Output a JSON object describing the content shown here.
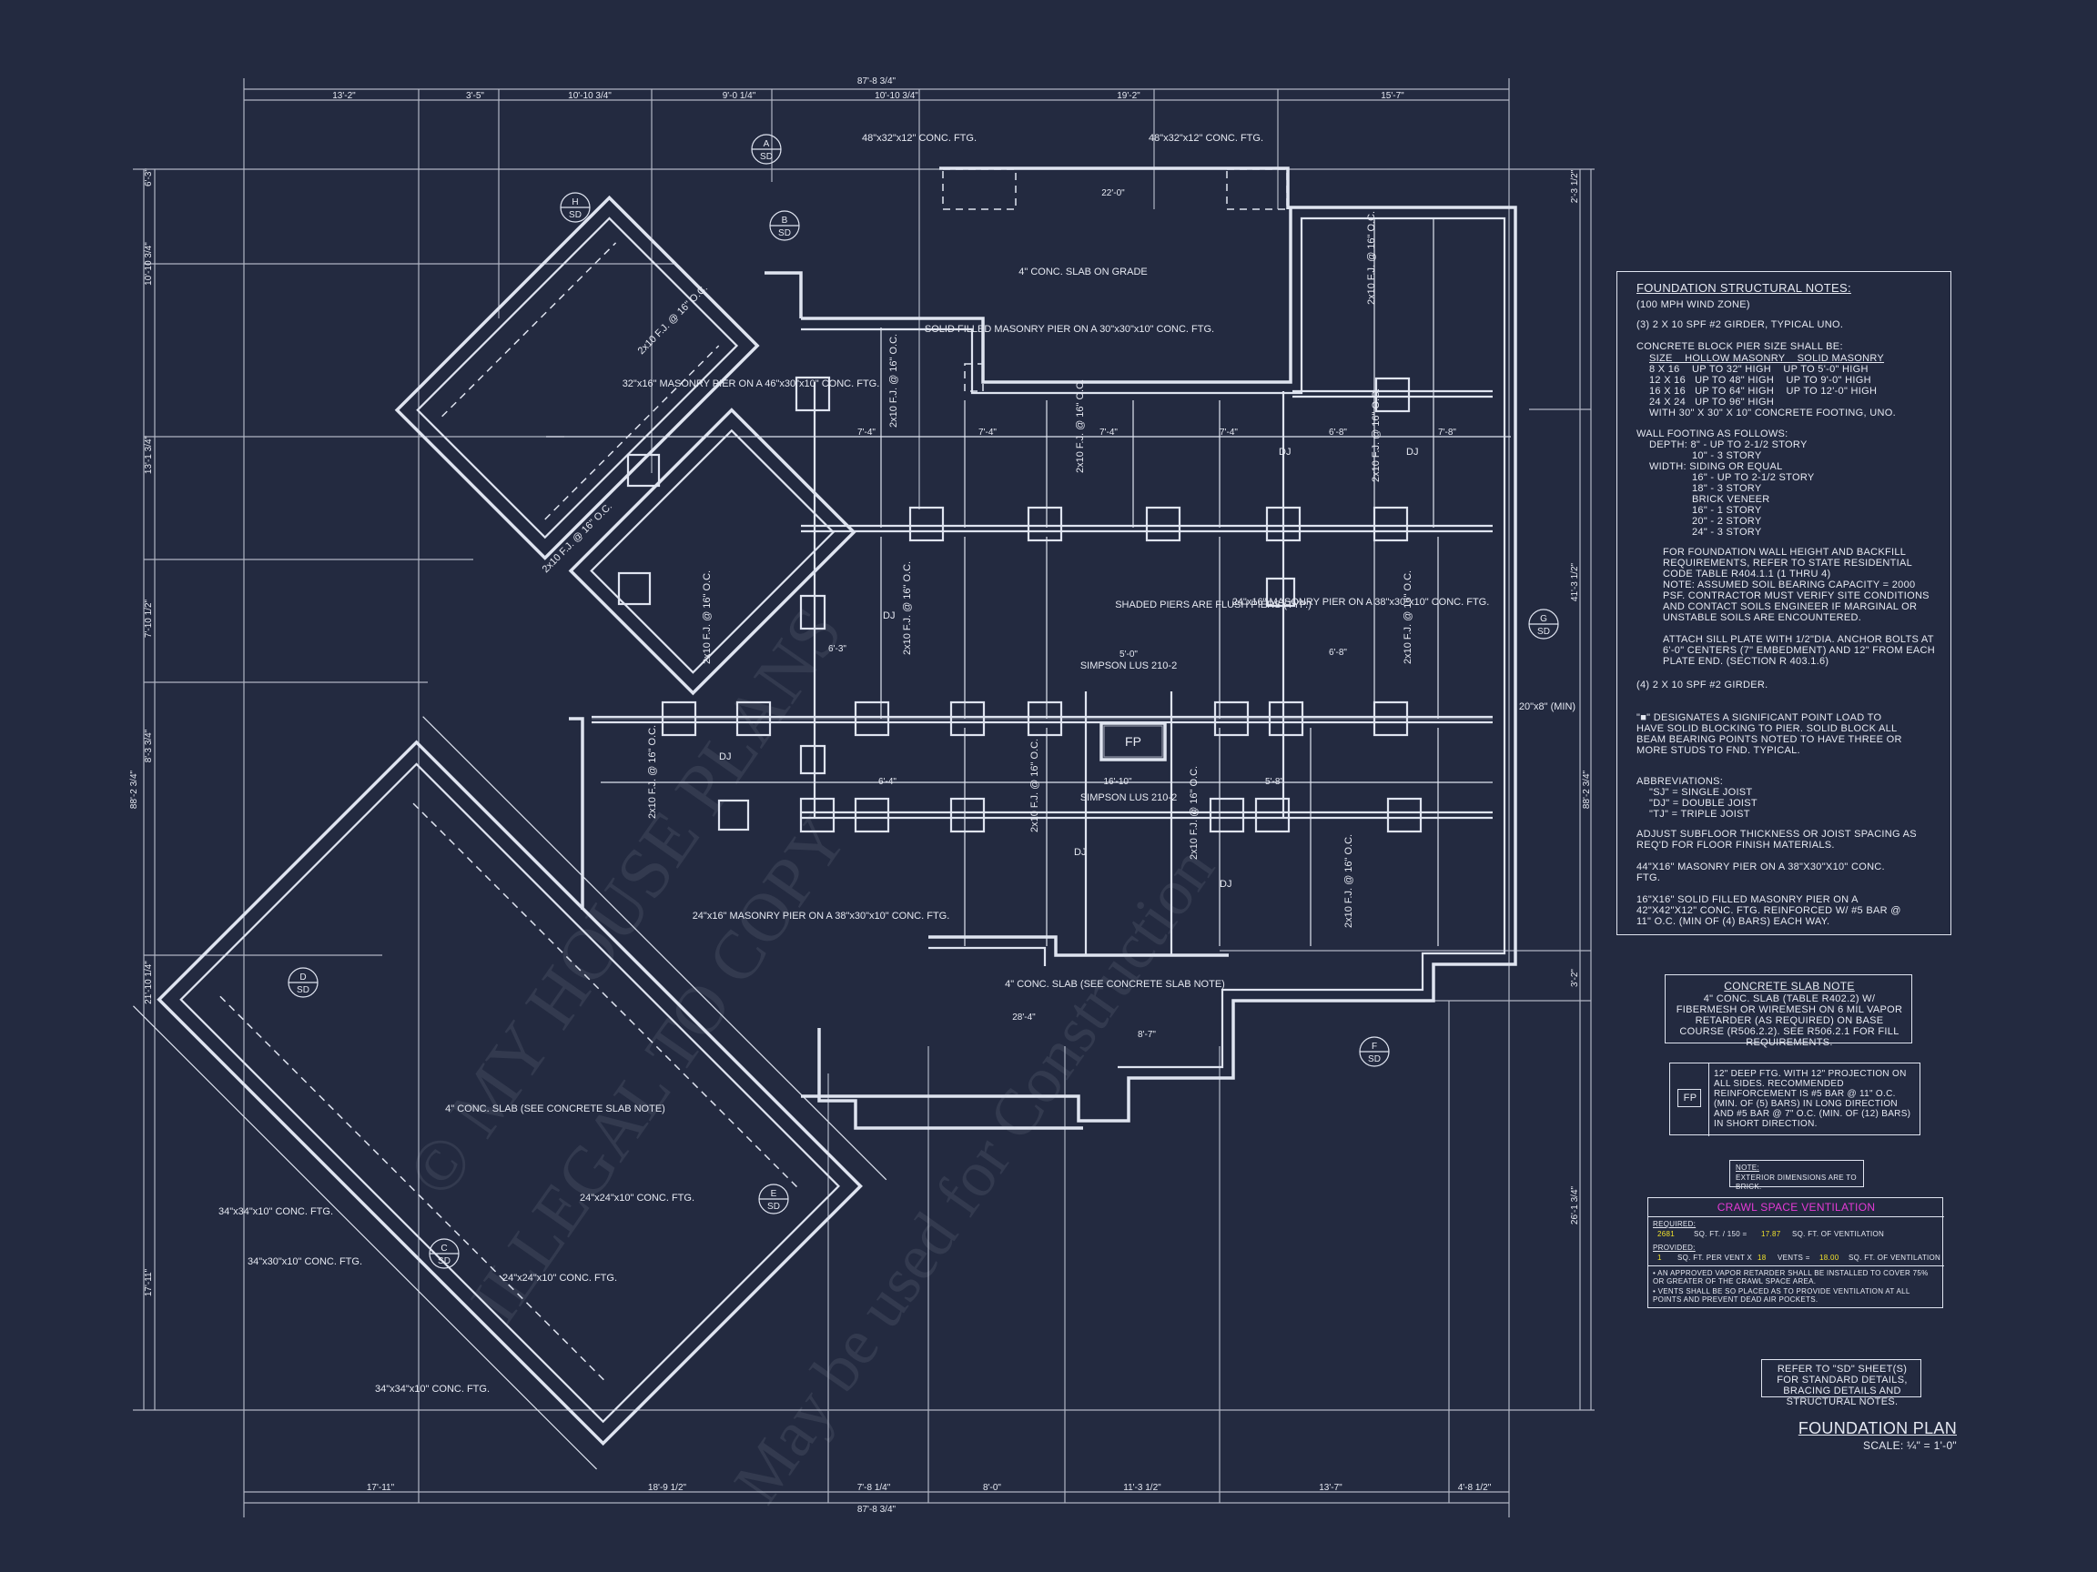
{
  "title": "FOUNDATION PLAN",
  "scale": "SCALE: ¼\" = 1'-0\"",
  "watermarks": {
    "copyright": "© MY HOUSE PLANS",
    "illegal": "ILLEGAL TO COPY",
    "maybe": "May be used for Construction"
  },
  "notes": {
    "heading": "FOUNDATION STRUCTURAL NOTES:",
    "wind": "(100 MPH WIND ZONE)",
    "n1": "(3) 2 x 10 SPF #2 GIRDER, TYPICAL UNO.",
    "n2a": "CONCRETE BLOCK PIER SIZE SHALL BE:",
    "n2cols": "SIZE    HOLLOW MASONRY    SOLID MASONRY",
    "n2r1": "8 x 16    UP TO 32\" HIGH    UP TO 5'-0\" HIGH",
    "n2r2": "12 x 16   UP TO 48\" HIGH    UP TO 9'-0\" HIGH",
    "n2r3": "16 x 16   UP TO 64\" HIGH    UP TO 12'-0\" HIGH",
    "n2r4": "24 x 24   UP TO 96\" HIGH",
    "n2r5": "WITH 30\" x 30\" x 10\" CONCRETE FOOTING, UNO.",
    "n3a": "WALL FOOTING AS FOLLOWS:",
    "n3b": "DEPTH:  8\" - UP TO 2-1/2 STORY",
    "n3c": "10\" - 3 STORY",
    "n3d": "WIDTH:  SIDING OR EQUAL",
    "n3e": "16\" - UP TO 2-1/2 STORY",
    "n3f": "18\" - 3 STORY",
    "n3g": "BRICK VENEER",
    "n3h": "16\" - 1 STORY",
    "n3i": "20\" - 2 STORY",
    "n3j": "24\" - 3 STORY",
    "p1": "FOR FOUNDATION WALL HEIGHT AND BACKFILL REQUIREMENTS, REFER TO STATE RESIDENTIAL CODE TABLE R404.1.1 (1 THRU 4)",
    "p2": "NOTE: ASSUMED SOIL BEARING CAPACITY = 2000 PSF. CONTRACTOR MUST VERIFY SITE CONDITIONS AND CONTACT SOILS ENGINEER IF MARGINAL OR UNSTABLE SOILS ARE ENCOUNTERED.",
    "p3": "ATTACH SILL PLATE WITH 1/2\"dia. ANCHOR BOLTS AT 6'-0\" CENTERS (7\" EMBEDMENT) AND 12\" FROM EACH PLATE END. (SECTION R 403.1.6)",
    "n4": "(4) 2 x 10 SPF #2 GIRDER.",
    "n5": "\"■\" DESIGNATES A SIGNIFICANT POINT LOAD TO HAVE SOLID BLOCKING TO PIER. SOLID BLOCK ALL BEAM BEARING POINTS NOTED TO HAVE THREE OR MORE STUDS TO FND. TYPICAL.",
    "n6": "ABBREVIATIONS:",
    "n6a": "\"SJ\" = SINGLE JOIST",
    "n6b": "\"DJ\" = DOUBLE JOIST",
    "n6c": "\"TJ\" = TRIPLE JOIST",
    "n7": "ADJUST SUBFLOOR THICKNESS OR JOIST SPACING AS REQ'D FOR FLOOR FINISH MATERIALS.",
    "n8": "44\"X16\" MASONRY PIER ON A 38\"X30\"X10\" CONC. FTG.",
    "n9": "16\"x16\" SOLID FILLED MASONRY PIER ON A 42\"X42\"X12\" CONC. FTG. REINFORCED W/ #5 BAR @ 11\" O.C. (MIN OF (4) BARS) EACH WAY."
  },
  "slab_note": {
    "title": "CONCRETE SLAB NOTE",
    "body": "4\" CONC. SLAB (TABLE R402.2) w/ FIBERMESH OR WIREMESH ON 6 MIL VAPOR RETARDER (AS REQUIRED) ON BASE COURSE (R506.2.2). SEE R506.2.1 FOR FILL REQUIREMENTS."
  },
  "fp_note": {
    "tag": "FP",
    "body": "12\" DEEP FTG. WITH 12\" PROJECTION ON ALL SIDES. RECOMMENDED REINFORCEMENT IS #5 BAR @ 11\" O.C. (MIN. OF (5) BARS) IN LONG DIRECTION AND #5 BAR @ 7\" O.C. (MIN. OF (12) BARS) IN SHORT DIRECTION."
  },
  "brick_note": {
    "a": "NOTE:",
    "b": "EXTERIOR DIMENSIONS ARE TO BRICK."
  },
  "vent": {
    "title": "CRAWL SPACE VENTILATION",
    "required": "REQUIRED:",
    "req_a": "2681",
    "req_b": "SQ. FT. / 150 =",
    "req_c": "17.87",
    "req_d": "SQ. FT. OF VENTILATION",
    "provided": "PROVIDED:",
    "prov_a": "1",
    "prov_b": "SQ. FT. PER VENT x",
    "prov_c": "18",
    "prov_d": "VENTS =",
    "prov_e": "18.00",
    "prov_f": "SQ. FT. OF VENTILATION",
    "b1": "• AN APPROVED VAPOR RETARDER SHALL BE INSTALLED TO COVER 75% OR GREATER OF THE CRAWL SPACE AREA.",
    "b2": "• VENTS SHALL BE SO PLACED AS TO PROVIDE VENTILATION AT ALL POINTS AND PREVENT DEAD AIR POCKETS."
  },
  "refer": "REFER TO \"SD\" SHEET(S) FOR STANDARD DETAILS, BRACING DETAILS AND STRUCTURAL NOTES.",
  "plan_labels": {
    "slab_grade": "4\" CONC. SLAB ON GRADE",
    "ftg_a": "48\"x32\"x12\" CONC. FTG.",
    "ftg_b": "48\"x32\"x12\" CONC. FTG.",
    "solid_pier": "SOLID FILLED MASONRY PIER ON A 30\"x30\"x10\" CONC. FTG.",
    "pier_32": "32\"x16\" MASONRY PIER ON A 46\"x30\"x10\" CONC. FTG.",
    "shaded": "SHADED PIERS ARE FLUSH PIERS (TYP.)",
    "pier_24a": "24\"x16\" MASONRY PIER ON A 38\"x30\"x10\" CONC. FTG.",
    "pier_24b": "24\"x16\" MASONRY PIER ON A 38\"x30\"x10\" CONC. FTG.",
    "simpson1": "SIMPSON LUS 210-2",
    "simpson2": "SIMPSON LUS 210-2",
    "slab_see1": "4\" CONC. SLAB (SEE CONCRETE SLAB NOTE)",
    "slab_see2": "4\" CONC. SLAB (SEE CONCRETE SLAB NOTE)",
    "ftg34a": "34\"x34\"x10\" CONC. FTG.",
    "ftg34b": "34\"x30\"x10\" CONC. FTG.",
    "ftg34c": "34\"x34\"x10\" CONC. FTG.",
    "ftg24a": "24\"x24\"x10\" CONC. FTG.",
    "ftg24b": "24\"x24\"x10\" CONC. FTG.",
    "min": "20\"x8\" (MIN)",
    "fp": "FP",
    "joist": "2x10 F.J. @ 16\" O.C.",
    "dj": "DJ"
  },
  "dims": {
    "top_total": "87'-8 3/4\"",
    "top": [
      "13'-2\"",
      "3'-5\"",
      "10'-10 3/4\"",
      "9'-0 1/4\"",
      "10'-10 3/4\"",
      "19'-2\"",
      "15'-7\""
    ],
    "bottom_total": "87'-8 3/4\"",
    "bottom": [
      "17'-11\"",
      "18'-9 1/2\"",
      "7'-8 1/4\"",
      "8'-0\"",
      "11'-3 1/2\"",
      "13'-7\"",
      "4'-8 1/2\""
    ],
    "left_total": "88'-2 3/4\"",
    "left": [
      "6'-3\"",
      "10'-10 3/4\"",
      "13'-1 3/4\"",
      "7'-10 1/2\"",
      "8'-3 3/4\"",
      "21'-10 1/4\"",
      "17'-11\""
    ],
    "right_total": "88'-2 3/4\"",
    "right": [
      "2'-3 1/2\"",
      "41'-3 1/2\"",
      "3'-2\"",
      "26'-1 3/4\""
    ],
    "inner": [
      "22'-0\"",
      "7'-4\"",
      "7'-4\"",
      "7'-4\"",
      "7'-4\"",
      "7'-8\"",
      "6'-8\"",
      "5'-0\"",
      "16'-10\"",
      "6'-3\"",
      "6'-4\"",
      "5'-8\"",
      "6'-8\"",
      "28'-4\"",
      "8'-7\""
    ]
  },
  "tags": {
    "A": "A",
    "B": "B",
    "C": "C",
    "D": "D",
    "E": "E",
    "F": "F",
    "G": "G",
    "H": "H",
    "SD": "SD"
  }
}
